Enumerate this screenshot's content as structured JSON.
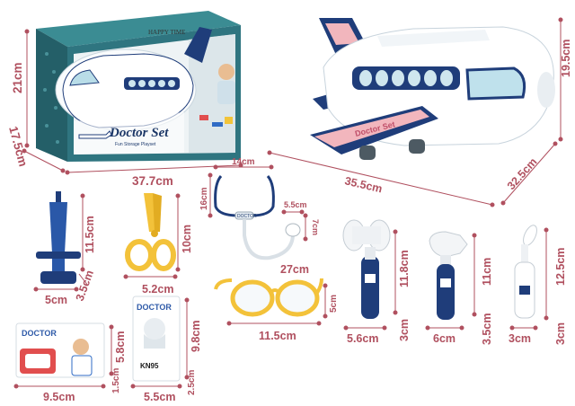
{
  "colors": {
    "dimension_line": "#b0505f",
    "navy": "#1f3d7a",
    "teal_box": "#2d6f78",
    "yellow": "#f3c23a",
    "pink": "#f2b6bd"
  },
  "package": {
    "happy_time": "HAPPY TIME",
    "brand_title": "Doctor Set",
    "sub_label": "Fun Storage Playset"
  },
  "dimensions": {
    "box_height": "21cm",
    "box_depth": "17.5cm",
    "box_width": "37.7cm",
    "plane_height": "19.5cm",
    "plane_width": "35.5cm",
    "plane_depth": "32.5cm",
    "syringe_height": "11.5cm",
    "syringe_width": "5cm",
    "syringe_depth": "3.5cm",
    "scissors_height": "10cm",
    "scissors_width": "5.2cm",
    "stethoscope_width": "14cm",
    "stethoscope_height": "16cm",
    "chest_width": "5.5cm",
    "chest_height": "7cm",
    "stethoscope_length": "27cm",
    "glasses_height": "5cm",
    "glasses_width": "11.5cm",
    "hammer_height": "11.8cm",
    "hammer_width": "5.6cm",
    "hammer_depth": "3cm",
    "otoscope_height": "11cm",
    "otoscope_width": "6cm",
    "otoscope_depth": "3.5cm",
    "thermo_height": "12.5cm",
    "thermo_width": "3cm",
    "thermo_depth": "3cm",
    "card_height": "5.8cm",
    "card_width": "9.5cm",
    "card_depth": "1.5cm",
    "mask_height": "9.8cm",
    "mask_width": "5.5cm",
    "mask_depth": "2.5cm"
  },
  "labels": {
    "wing_text": "Doctor Set",
    "stethoscope_tag": "DOCTOR",
    "card1_title": "DOCTOR",
    "card2_title": "DOCTOR",
    "kn95": "KN95"
  }
}
